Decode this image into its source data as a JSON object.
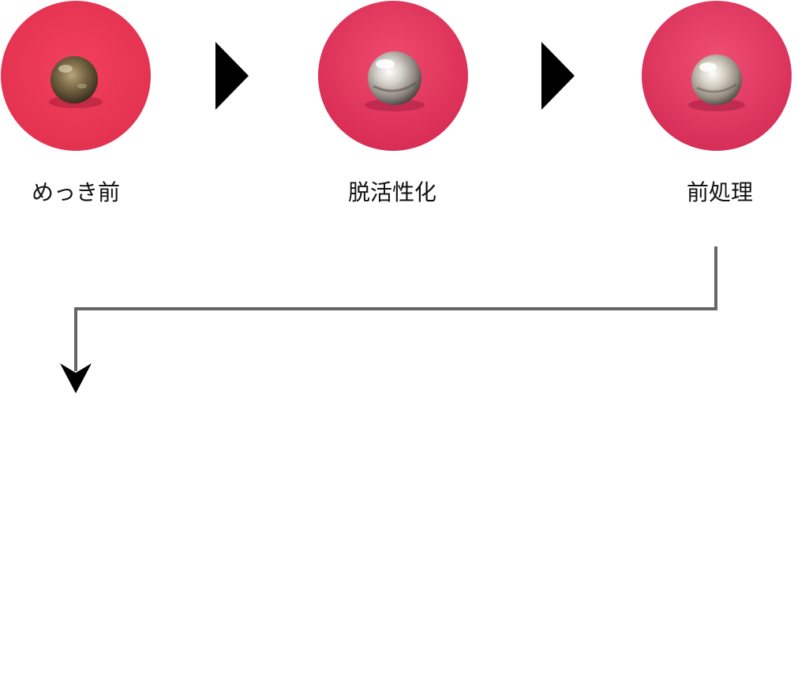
{
  "steps": [
    {
      "label": "めっき前",
      "bead": "dull-metal-bead-photo"
    },
    {
      "label": "脱活性化",
      "bead": "shiny-metal-bead-photo"
    },
    {
      "label": "前処理",
      "bead": "shiny-metal-bead-photo"
    }
  ],
  "colors": {
    "background_photo": "#e8325a",
    "arrow": "#000000",
    "connector_line": "#666666"
  },
  "icons": {
    "step_arrow": "triangle-right-icon",
    "return_arrow": "arrowhead-down-icon"
  }
}
